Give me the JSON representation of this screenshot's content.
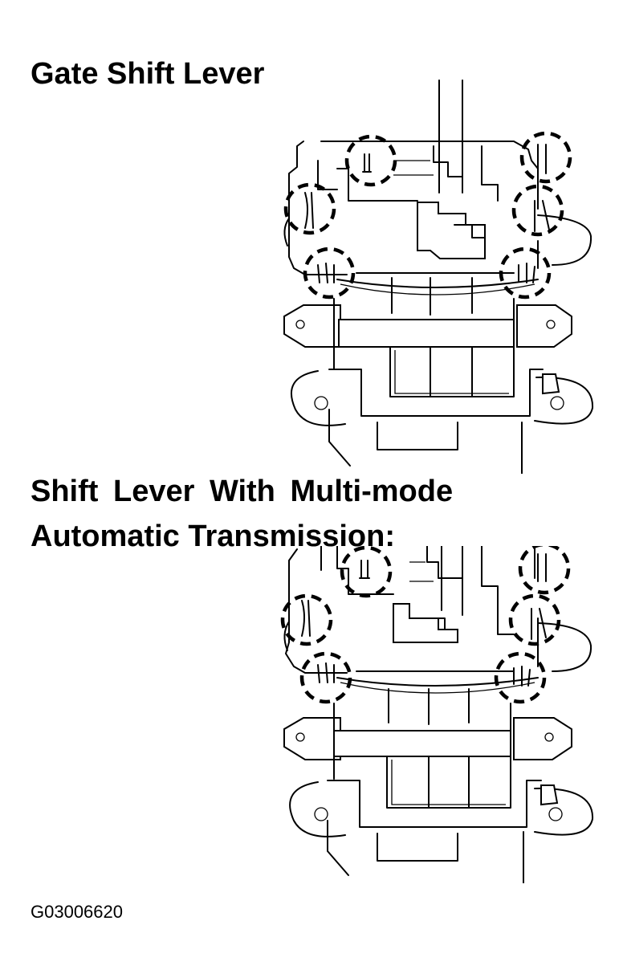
{
  "headings": {
    "gate_shift_lever": "Gate Shift Lever",
    "multi_mode_line1": "Shift Lever With Multi-mode",
    "multi_mode_line2": "Automatic Transmission:"
  },
  "figure_code": "G03006620",
  "colors": {
    "ink": "#000000",
    "paper": "#ffffff"
  }
}
